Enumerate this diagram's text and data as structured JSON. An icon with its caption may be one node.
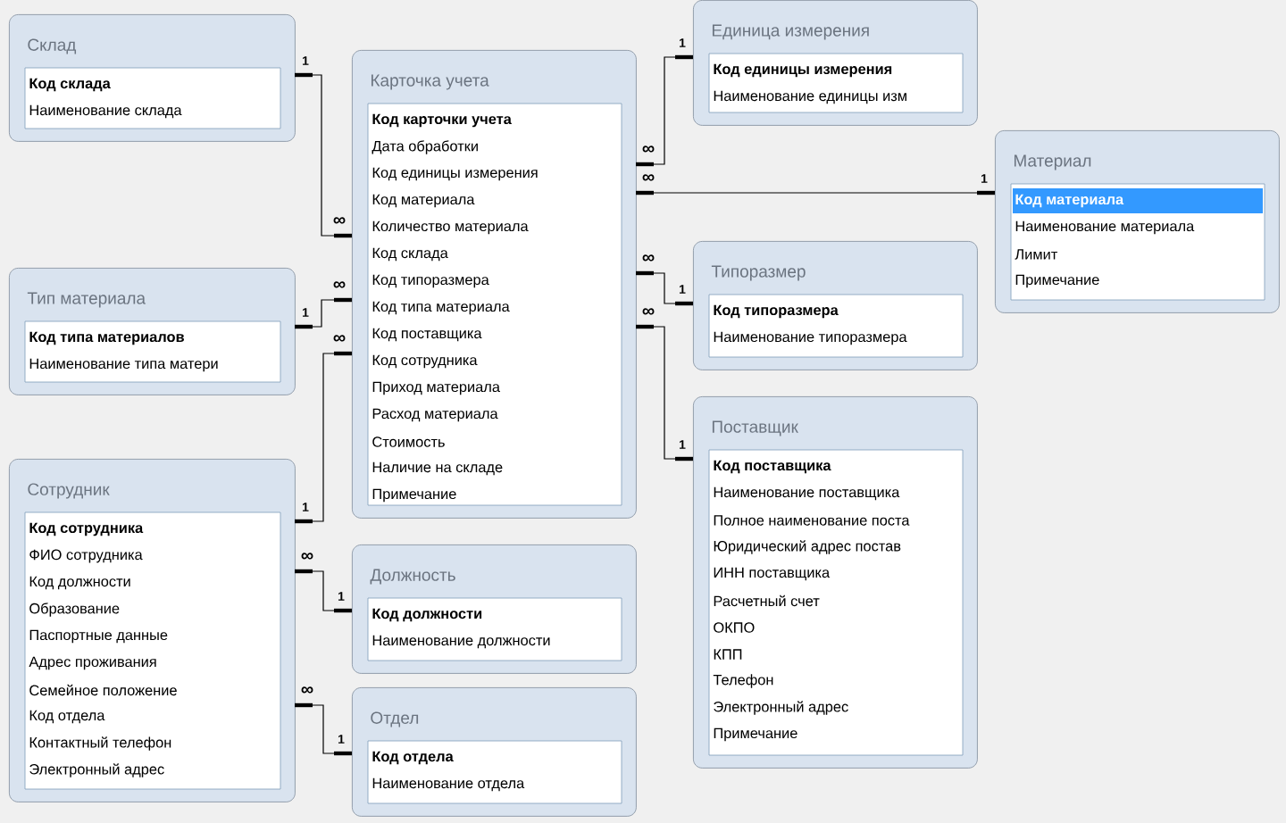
{
  "diagram": {
    "nodes": [
      {
        "text": [
          "Склад",
          "Код склада",
          "Наименование склада"
        ]
      },
      {
        "text": [
          "Карточка учета",
          "Код карточки учета",
          "Дата обработки",
          "Код единицы измерения",
          "Код материала",
          "Количество материала",
          "Код склада",
          "Код типоразмера",
          "Код типа материала",
          "Код поставщика",
          "Код сотрудника",
          "Приход материала",
          "Расход материала",
          "Стоимость",
          "Наличие на складе",
          "Примечание"
        ]
      },
      {
        "text": [
          "Единица измерения",
          "Код единицы измерения",
          "Наименование единицы изм"
        ]
      },
      {
        "text": [
          "Материал",
          "Код материала",
          "Наименование материала",
          "Лимит",
          "Примечание"
        ]
      },
      {
        "text": [
          "Тип материала",
          "Код типа материалов",
          "Наименование типа матери"
        ]
      },
      {
        "text": [
          "Типоразмер",
          "Код типоразмера",
          "Наименование типоразмера"
        ]
      },
      {
        "text": [
          "Поставщик",
          "Код поставщика",
          "Наименование поставщика",
          "Полное наименование поста",
          "Юридический адрес постав",
          "ИНН поставщика",
          "Расчетный счет",
          "ОКПО",
          "КПП",
          "Телефон",
          "Электронный адрес",
          "Примечание"
        ]
      },
      {
        "text": [
          "Сотрудник",
          "Код сотрудника",
          "ФИО сотрудника",
          "Код должности",
          "Образование",
          "Паспортные данные",
          "Адрес проживания",
          "Семейное положение",
          "Код отдела",
          "Контактный телефон",
          "Электронный адрес"
        ]
      },
      {
        "text": [
          "Должность",
          "Код должности",
          "Наименование должности"
        ]
      },
      {
        "text": [
          "Отдел",
          "Код отдела",
          "Наименование отдела"
        ]
      }
    ],
    "edges": [
      {
        "from": 0,
        "to": 1,
        "arrow": "none"
      },
      {
        "from": 4,
        "to": 1,
        "arrow": "none"
      },
      {
        "from": 7,
        "to": 1,
        "arrow": "none"
      },
      {
        "from": 2,
        "to": 1,
        "arrow": "none"
      },
      {
        "from": 3,
        "to": 1,
        "arrow": "none"
      },
      {
        "from": 5,
        "to": 1,
        "arrow": "none"
      },
      {
        "from": 6,
        "to": 1,
        "arrow": "none"
      },
      {
        "from": 8,
        "to": 7,
        "arrow": "none"
      },
      {
        "from": 9,
        "to": 7,
        "arrow": "none"
      }
    ],
    "labels": [
      "1",
      "∞",
      "1",
      "∞",
      "1",
      "∞",
      "1",
      "∞",
      "1",
      "∞",
      "1",
      "∞",
      "1",
      "∞",
      "1",
      "∞",
      "1",
      "∞"
    ]
  }
}
